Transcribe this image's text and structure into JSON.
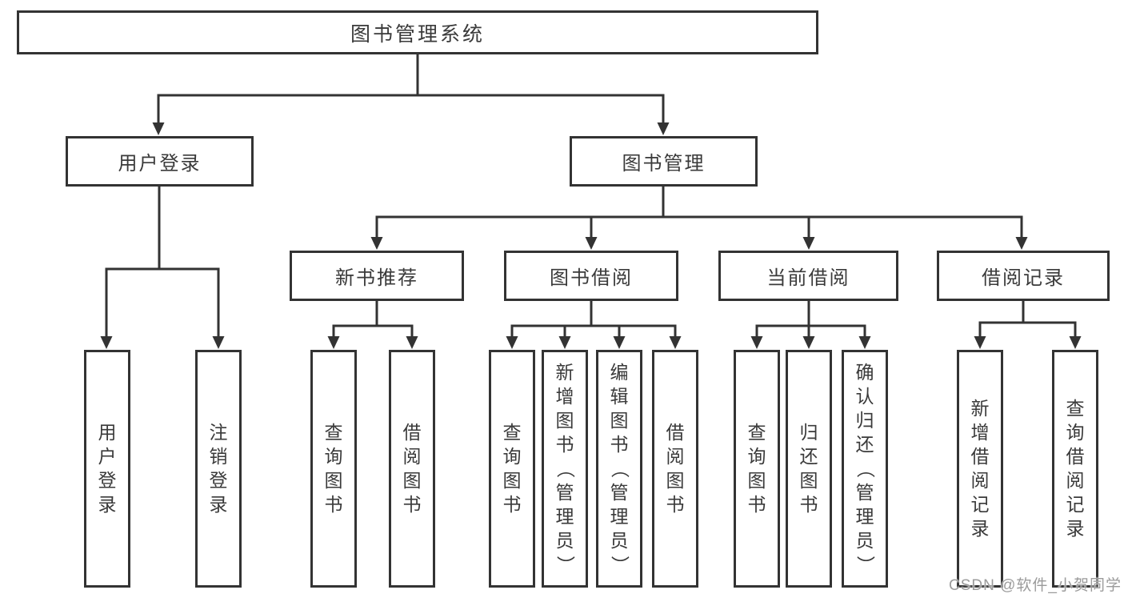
{
  "root": {
    "label": "图书管理系统"
  },
  "level2": {
    "user_login": {
      "label": "用户登录"
    },
    "book_mgmt": {
      "label": "图书管理"
    }
  },
  "level3": {
    "new_books": {
      "label": "新书推荐"
    },
    "book_borrow": {
      "label": "图书借阅"
    },
    "current_borrow": {
      "label": "当前借阅"
    },
    "borrow_records": {
      "label": "借阅记录"
    }
  },
  "leaves": {
    "user_login_1": {
      "label": "用户登录"
    },
    "user_login_2": {
      "label": "注销登录"
    },
    "new_books_1": {
      "label": "查询图书"
    },
    "new_books_2": {
      "label": "借阅图书"
    },
    "book_borrow_1": {
      "label": "查询图书"
    },
    "book_borrow_2": {
      "label": "新增图书（管理员）"
    },
    "book_borrow_3": {
      "label": "编辑图书（管理员）"
    },
    "book_borrow_4": {
      "label": "借阅图书"
    },
    "current_borrow_1": {
      "label": "查询图书"
    },
    "current_borrow_2": {
      "label": "归还图书"
    },
    "current_borrow_3": {
      "label": "确认归还（管理员）"
    },
    "borrow_records_1": {
      "label": "新增借阅记录"
    },
    "borrow_records_2": {
      "label": "查询借阅记录"
    }
  },
  "watermark": {
    "text": "CSDN @软件_小贺同学"
  },
  "colors": {
    "line": "#333333",
    "text": "#3a3a3a",
    "watermark": "#9b9b9b",
    "background": "#ffffff"
  }
}
